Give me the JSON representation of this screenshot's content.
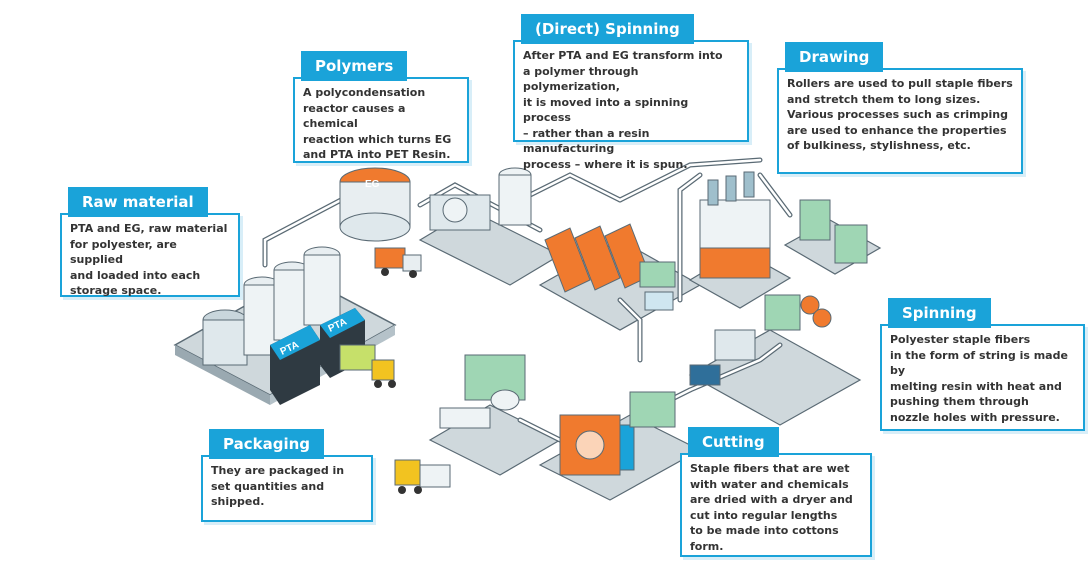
{
  "steps": [
    {
      "key": "raw",
      "title": "Raw material",
      "text": "PTA and EG, raw material\nfor polyester, are supplied\nand loaded into each\nstorage space."
    },
    {
      "key": "polymers",
      "title": "Polymers",
      "text": "A polycondensation\nreactor causes a chemical\nreaction which turns EG\nand PTA into PET Resin."
    },
    {
      "key": "direct",
      "title": "(Direct) Spinning",
      "text": "After PTA and EG transform into\na polymer through polymerization,\nit is moved into a spinning process\n– rather than a resin manufacturing\nprocess – where it is spun."
    },
    {
      "key": "drawing",
      "title": "Drawing",
      "text": "Rollers are used to pull staple fibers\nand stretch them to long sizes.\nVarious processes such as crimping\nare used to enhance the properties\nof bulkiness, stylishness, etc."
    },
    {
      "key": "spinning",
      "title": "Spinning",
      "text": "Polyester staple fibers\nin the form of string is made by\nmelting resin with heat and\npushing them through\nnozzle holes with pressure."
    },
    {
      "key": "cutting",
      "title": "Cutting",
      "text": "Staple fibers that are wet\nwith water and chemicals\nare dried with a dryer and\ncut into regular lengths\nto be made into cottons form."
    },
    {
      "key": "packaging",
      "title": "Packaging",
      "text": "They are packaged in\nset quantities and\nshipped."
    }
  ],
  "labels": {
    "tank_eg": "EG",
    "silo_pta_1": "PTA",
    "silo_pta_2": "PTA"
  },
  "colors": {
    "accent": "#1aa3d9",
    "machine_green": "#9fd6b4",
    "orange": "#f07a2e",
    "yellow": "#f2c320",
    "slate": "#3d4b55"
  }
}
